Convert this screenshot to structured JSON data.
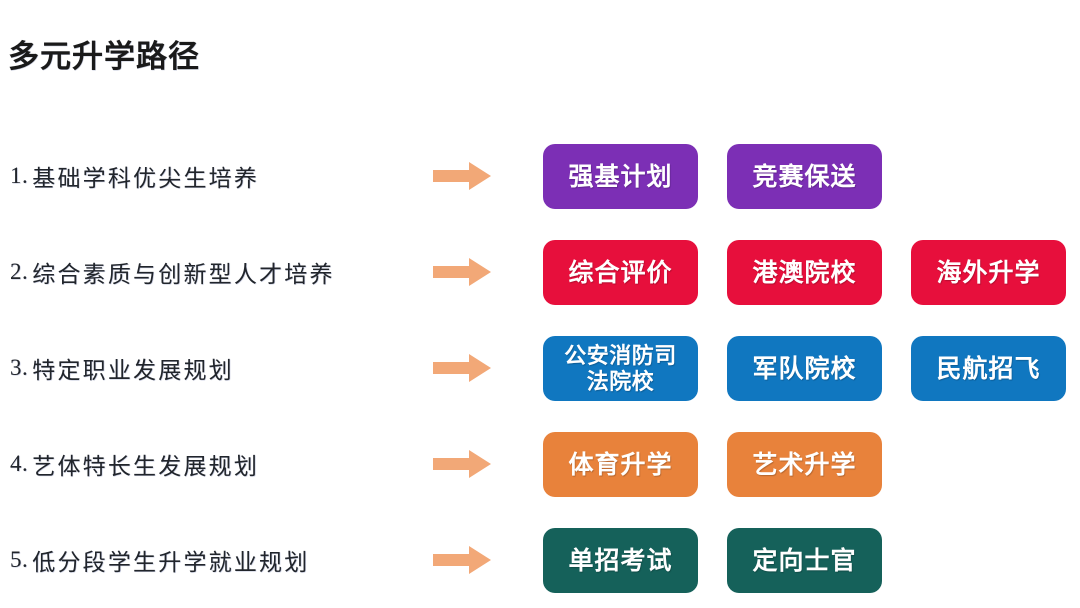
{
  "title": "多元升学路径",
  "palette": {
    "background": "#ffffff",
    "title_color": "#1a1a1a",
    "label_color": "#21252b",
    "arrow": "#F2A877",
    "purple": "#7C2FB5",
    "red": "#E70F3C",
    "blue": "#1077C0",
    "orange": "#E8823B",
    "green": "#15615A"
  },
  "arrow_icon": "right-block-arrow-icon",
  "rows": [
    {
      "index": "1.",
      "label": "基础学科优尖生培养",
      "color": "#7C2FB5",
      "color_name": "purple",
      "boxes": [
        {
          "text": "强基计划",
          "lines": 1
        },
        {
          "text": "竞赛保送",
          "lines": 1
        }
      ]
    },
    {
      "index": "2.",
      "label": "综合素质与创新型人才培养",
      "color": "#E70F3C",
      "color_name": "red",
      "boxes": [
        {
          "text": "综合评价",
          "lines": 1
        },
        {
          "text": "港澳院校",
          "lines": 1
        },
        {
          "text": "海外升学",
          "lines": 1
        }
      ]
    },
    {
      "index": "3.",
      "label": "特定职业发展规划",
      "color": "#1077C0",
      "color_name": "blue",
      "boxes": [
        {
          "text": "公安消防司\n法院校",
          "lines": 2
        },
        {
          "text": "军队院校",
          "lines": 1
        },
        {
          "text": "民航招飞",
          "lines": 1
        }
      ]
    },
    {
      "index": "4.",
      "label": "艺体特长生发展规划",
      "color": "#E8823B",
      "color_name": "orange",
      "boxes": [
        {
          "text": "体育升学",
          "lines": 1
        },
        {
          "text": "艺术升学",
          "lines": 1
        }
      ]
    },
    {
      "index": "5.",
      "label": "低分段学生升学就业规划",
      "color": "#15615A",
      "color_name": "green",
      "boxes": [
        {
          "text": "单招考试",
          "lines": 1
        },
        {
          "text": "定向士官",
          "lines": 1
        }
      ]
    }
  ]
}
